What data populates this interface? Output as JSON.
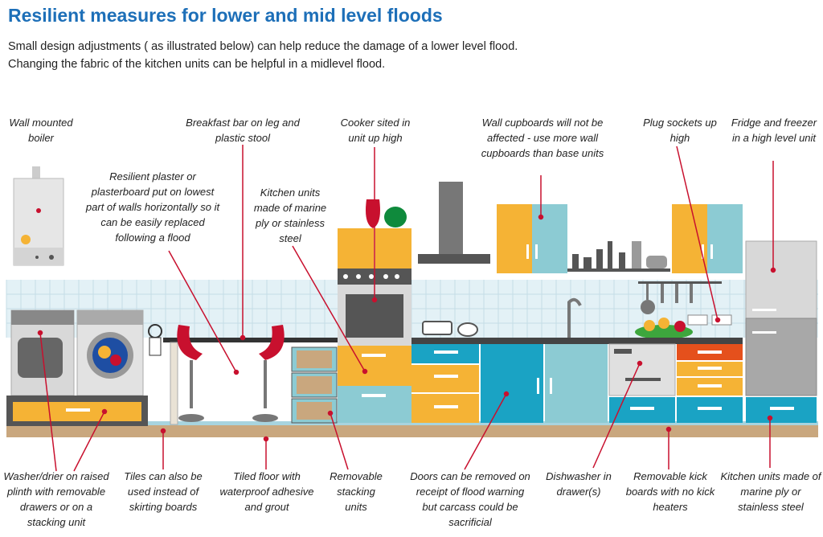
{
  "title": "Resilient measures for lower and mid level floods",
  "intro": "Small design adjustments ( as illustrated below) can help reduce the damage of a lower level flood. Changing the fabric of the kitchen units can be helpful in a midlevel flood.",
  "labels": {
    "boiler": "Wall mounted boiler",
    "breakfast_bar": "Breakfast bar on leg and plastic stool",
    "cooker": "Cooker sited in unit up high",
    "wall_cupboards": "Wall cupboards will not be affected - use more wall cupboards than base units",
    "plug_sockets": "Plug sockets up high",
    "fridge": "Fridge and freezer in a high level unit",
    "plaster": "Resilient plaster or plasterboard put on lowest part of walls horizontally so it can be easily replaced following a flood",
    "kitchen_units_top": "Kitchen units made of marine ply or stainless steel",
    "washer": "Washer/drier on raised plinth with removable drawers or on a stacking unit",
    "tiles": "Tiles can also be used instead of skirting boards",
    "tiled_floor": "Tiled floor with waterproof adhesive and grout",
    "stacking": "Removable stacking units",
    "doors": "Doors can be removed on receipt of flood warning but carcass could be sacrificial",
    "dishwasher": "Dishwasher in drawer(s)",
    "kick_boards": "Removable kick boards with no kick heaters",
    "kitchen_units_bottom": "Kitchen units made of marine ply or stainless steel"
  },
  "colors": {
    "title": "#1d6fb8",
    "orange": "#f5b335",
    "teal": "#1aa3c4",
    "light_teal": "#8ccbd3",
    "red": "#d0142c",
    "leader": "#c8102e",
    "grey": "#9a9a9a",
    "dark_grey": "#555555",
    "floor": "#c9a77e",
    "tiles": "#d6ebf2"
  }
}
